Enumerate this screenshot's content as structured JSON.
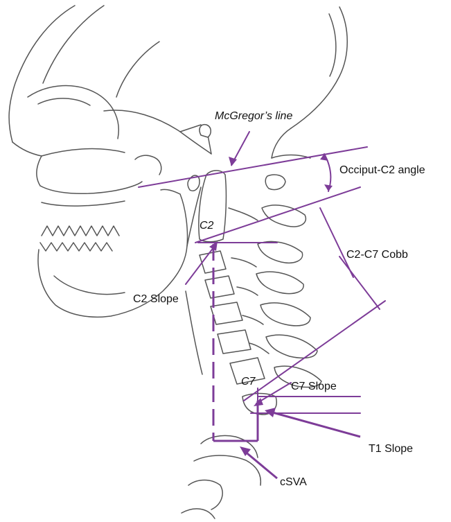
{
  "labels": {
    "mcgregor": "McGregor’s line",
    "occiput_c2": "Occiput-C2 angle",
    "c2": "C2",
    "c2_c7_cobb": "C2-C7 Cobb",
    "c2_slope": "C2 Slope",
    "c7": "C7",
    "c7_slope": "C7 Slope",
    "t1_slope": "T1 Slope",
    "csva": "cSVA"
  },
  "colors": {
    "annotation": "#7d3c98",
    "outline": "#555555"
  }
}
